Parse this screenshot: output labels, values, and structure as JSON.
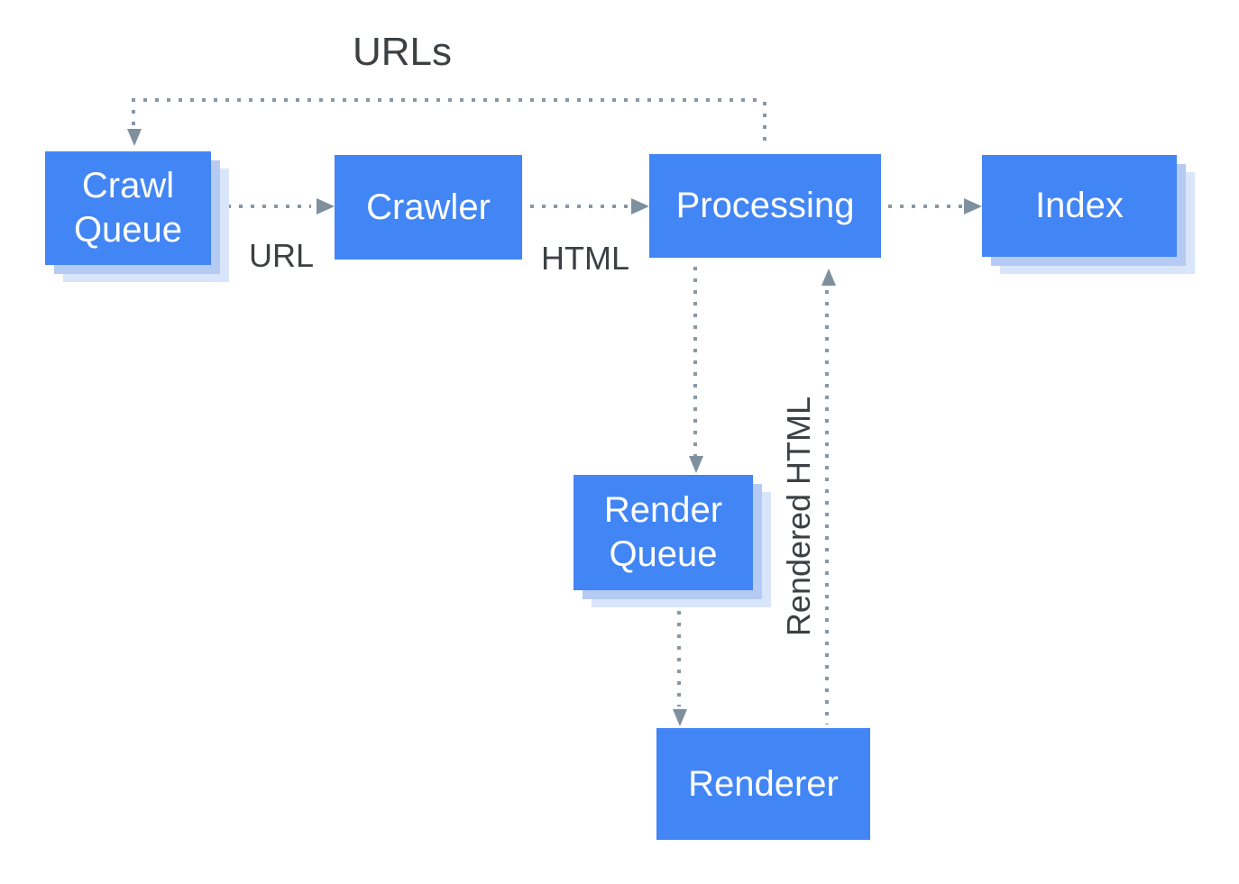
{
  "diagram": {
    "type": "flowchart",
    "subject": "search-crawl-render-index-pipeline"
  },
  "nodes": {
    "crawl_queue": {
      "label": "Crawl Queue",
      "kind": "queue"
    },
    "crawler": {
      "label": "Crawler",
      "kind": "process"
    },
    "processing": {
      "label": "Processing",
      "kind": "process"
    },
    "index": {
      "label": "Index",
      "kind": "queue"
    },
    "render_queue": {
      "label": "Render Queue",
      "kind": "queue"
    },
    "renderer": {
      "label": "Renderer",
      "kind": "process"
    }
  },
  "edges": {
    "urls": {
      "from": "processing",
      "to": "crawl_queue",
      "label": "URLs",
      "style": "dotted"
    },
    "url": {
      "from": "crawl_queue",
      "to": "crawler",
      "label": "URL",
      "style": "dotted"
    },
    "html": {
      "from": "crawler",
      "to": "processing",
      "label": "HTML",
      "style": "dotted"
    },
    "to_index": {
      "from": "processing",
      "to": "index",
      "style": "dotted"
    },
    "to_renderqueue": {
      "from": "processing",
      "to": "render_queue",
      "style": "dotted"
    },
    "to_renderer": {
      "from": "render_queue",
      "to": "renderer",
      "style": "dotted"
    },
    "rendered_html": {
      "from": "renderer",
      "to": "processing",
      "label": "Rendered HTML",
      "style": "dotted"
    }
  },
  "colors": {
    "background": "#FFFFFF",
    "node_fill": "#4285F4",
    "node_text": "#FFFFFF",
    "stack_shadow_1": "#B5CBF4",
    "stack_shadow_2": "#D9E5FB",
    "connector": "#8997A5",
    "arrowhead": "#7E909D",
    "label_text": "#3C4043"
  }
}
